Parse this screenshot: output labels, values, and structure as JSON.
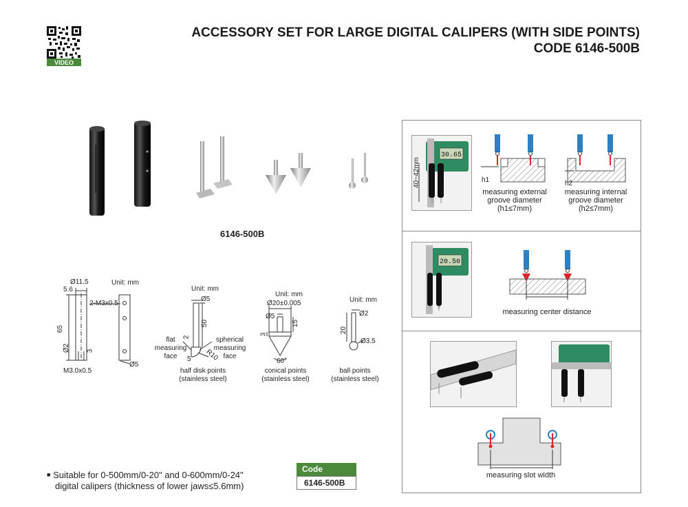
{
  "header": {
    "title_line1": "ACCESSORY SET FOR LARGE DIGITAL CALIPERS (WITH SIDE POINTS)",
    "title_line2": "CODE 6146-500B",
    "qr_badge": "VIDEO"
  },
  "product": {
    "label": "6146-500B"
  },
  "drawings": {
    "sleeve": {
      "unit": "Unit: mm",
      "d_outer": "Ø11.5",
      "offset": "5.6",
      "thread": "2-M3x0.5",
      "length": "65",
      "d2": "Ø2",
      "three": "3",
      "bottom_thread": "M3.0x0.5",
      "d5": "Ø5"
    },
    "half_disk": {
      "unit": "Unit: mm",
      "d5": "Ø5",
      "height": "50",
      "two": "2",
      "five": "5",
      "radius": "R10",
      "flat_face": "flat\nmeasuring\nface",
      "spherical_face": "spherical\nmeasuring\nface",
      "caption": "half disk points\n(stainless steel)"
    },
    "conical": {
      "unit": "Unit: mm",
      "d20": "Ø20±0.005",
      "d5": "Ø5",
      "fifteen": "15",
      "three": "3",
      "angle": "60°",
      "caption": "conical points\n(stainless steel)"
    },
    "ball": {
      "unit": "Unit: mm",
      "d2": "Ø2",
      "twenty": "20",
      "d35": "Ø3.5",
      "caption": "ball points\n(stainless steel)"
    }
  },
  "applications": {
    "row1": {
      "dim": "40~42mm",
      "h1": "h1",
      "h2": "h2",
      "external": "measuring external\ngroove diameter\n(h1≤7mm)",
      "internal": "measuring internal\ngroove diameter\n(h2≤7mm)",
      "display": "30.65"
    },
    "row2": {
      "caption": "measuring center distance",
      "display": "20.50"
    },
    "row3": {
      "caption": "measuring slot width"
    }
  },
  "footer": {
    "bullet_line1": "Suitable for 0-500mm/0-20\" and 0-600mm/0-24\"",
    "bullet_line2": "digital calipers (thickness of lower jaws≤5.6mm)",
    "code_header": "Code",
    "code_value": "6146-500B"
  },
  "colors": {
    "accent_green": "#4a8a3a",
    "jaw_blue": "#2f7fc1",
    "point_red": "#d8262b"
  }
}
